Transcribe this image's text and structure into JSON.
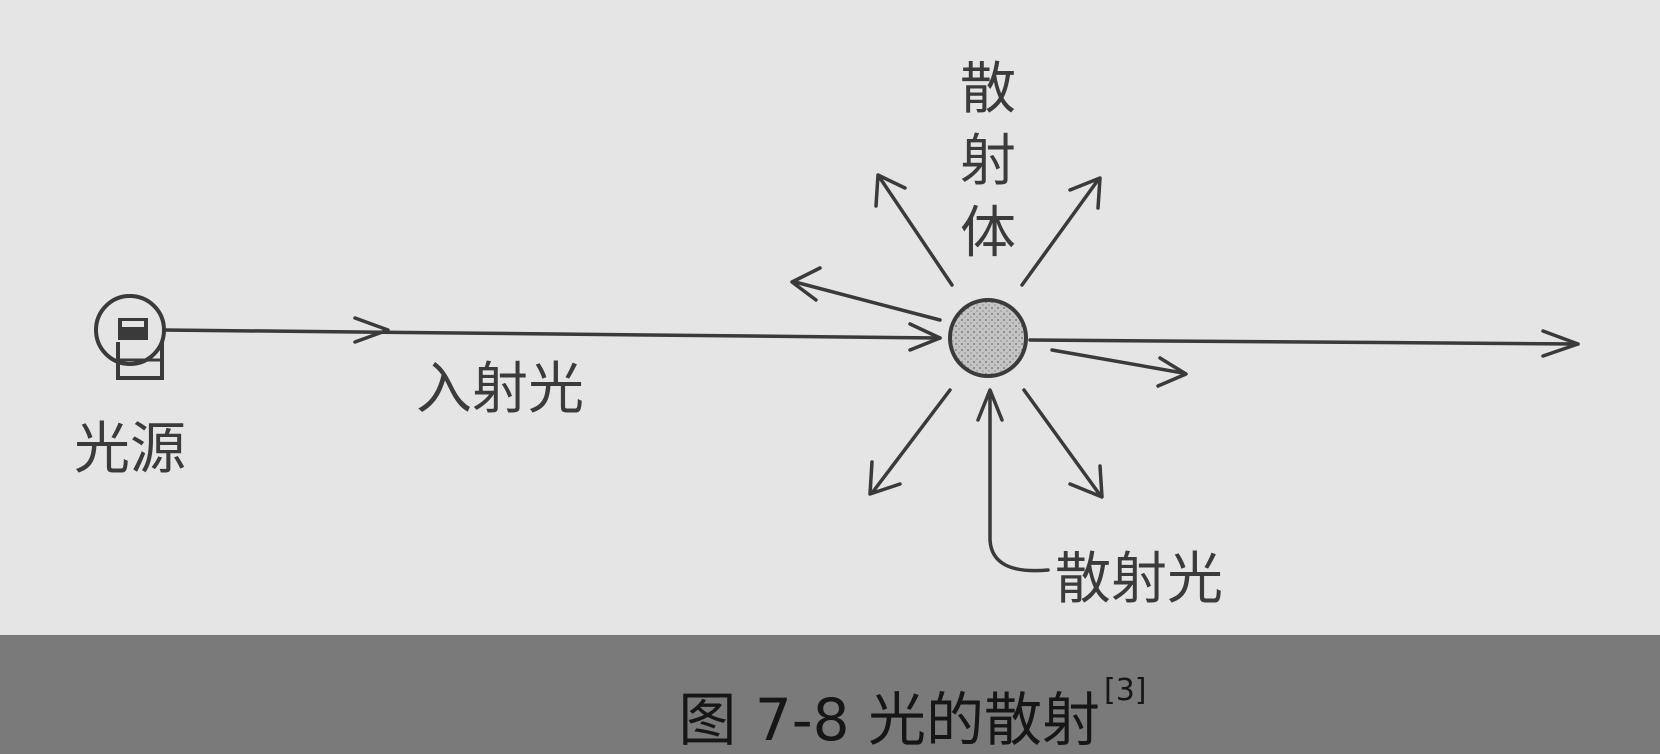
{
  "figure": {
    "labels": {
      "source": "光源",
      "incident": "入射光",
      "scatterer": [
        "散",
        "射",
        "体"
      ],
      "scattered": "散射光"
    },
    "caption": {
      "text": "图 7-8 光的散射",
      "ref": "[3]"
    },
    "colors": {
      "background": "#e5e5e5",
      "caption_bar": "#7a7a7a",
      "ink": "#3a3a3a",
      "scatterer_fill": "#b8b8b8"
    }
  }
}
